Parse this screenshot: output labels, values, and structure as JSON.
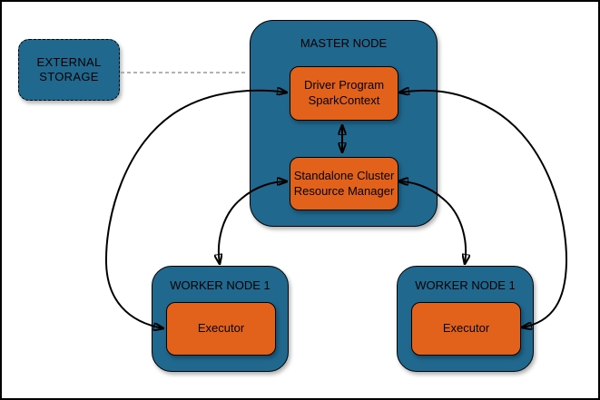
{
  "external_storage": {
    "line1": "EXTERNAL",
    "line2": "STORAGE"
  },
  "master_node": {
    "title": "MASTER NODE",
    "driver": {
      "line1": "Driver Program",
      "line2": "SparkContext"
    },
    "resource_manager": {
      "line1": "Standalone Cluster",
      "line2": "Resource Manager"
    }
  },
  "worker_left": {
    "title": "WORKER NODE 1",
    "executor": "Executor"
  },
  "worker_right": {
    "title": "WORKER NODE 1",
    "executor": "Executor"
  },
  "edges": [
    {
      "from": "driver-sparkcontext",
      "to": "executor-left",
      "type": "bidirectional-arrow"
    },
    {
      "from": "driver-sparkcontext",
      "to": "executor-right",
      "type": "bidirectional-arrow"
    },
    {
      "from": "resource-manager",
      "to": "worker-node-left",
      "type": "bidirectional-arrow"
    },
    {
      "from": "resource-manager",
      "to": "worker-node-right",
      "type": "bidirectional-arrow"
    },
    {
      "from": "driver-sparkcontext",
      "to": "resource-manager",
      "type": "bidirectional-arrow"
    },
    {
      "from": "external-storage",
      "to": "master-node",
      "type": "dashed-line"
    }
  ],
  "colors": {
    "node_fill_blue": "#21688F",
    "box_fill_orange": "#E2621B",
    "stroke": "#000000",
    "dashed_link": "#999999",
    "background": "#FFFFFF"
  }
}
